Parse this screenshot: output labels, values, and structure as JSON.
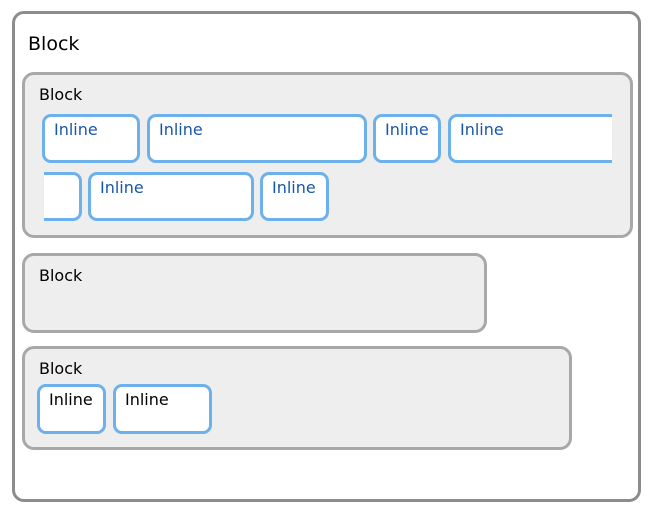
{
  "outer": {
    "label": "Block"
  },
  "block1": {
    "label": "Block",
    "inlines": [
      "Inline",
      "Inline",
      "Inline",
      "Inline",
      "Inline",
      "Inline"
    ]
  },
  "block2": {
    "label": "Block"
  },
  "block3": {
    "label": "Block",
    "inlines": [
      "Inline",
      "Inline"
    ]
  },
  "colors": {
    "outer_border": "#8c8c8c",
    "block_fill": "#eeeeee",
    "block_border": "#a8a8a8",
    "inline_border": "#6cb0ec",
    "inline_text": "#1857a8"
  }
}
